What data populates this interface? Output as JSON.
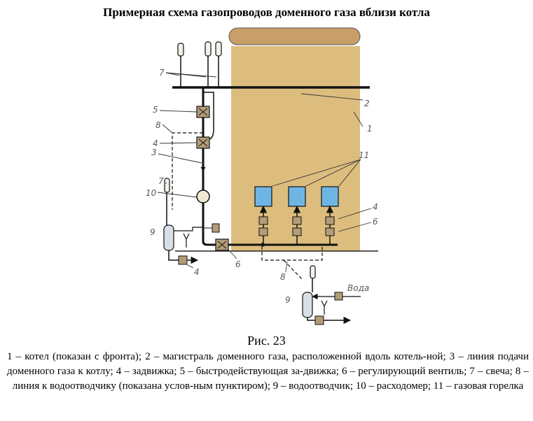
{
  "title": "Примерная схема газопроводов доменного газа вблизи котла",
  "figure_caption": "Рис. 23",
  "legend_text": "1 – котел (показан с фронта); 2 – магистраль доменного газа, расположенной вдоль котель-ной; 3 – линия подачи доменного газа к котлу; 4 – задвижка; 5 – быстродействующая за-движка; 6 – регулирующий вентиль; 7 – свеча; 8 – линия к водоотводчику (показана услов-ным пунктиром);  9 – водоотводчик; 10 – расходомер; 11 – газовая горелка",
  "labels": {
    "n1": "1",
    "n2": "2",
    "n3": "3",
    "n4_left": "4",
    "n4_right": "4",
    "n4_bottom": "4",
    "n5": "5",
    "n6_right": "6",
    "n6_bottom": "6",
    "n7_top": "7",
    "n7_left": "7",
    "n8_left": "8",
    "n8_bottom": "8",
    "n9_left": "9",
    "n9_bottom": "9",
    "n10": "10",
    "n11": "11",
    "voda": "Вода"
  },
  "colors": {
    "boiler_fill": "#dcbd7e",
    "drum_fill": "#c89f68",
    "burner_fill": "#6fb5e3",
    "valve_fill": "#b39d78",
    "line": "#111111"
  }
}
